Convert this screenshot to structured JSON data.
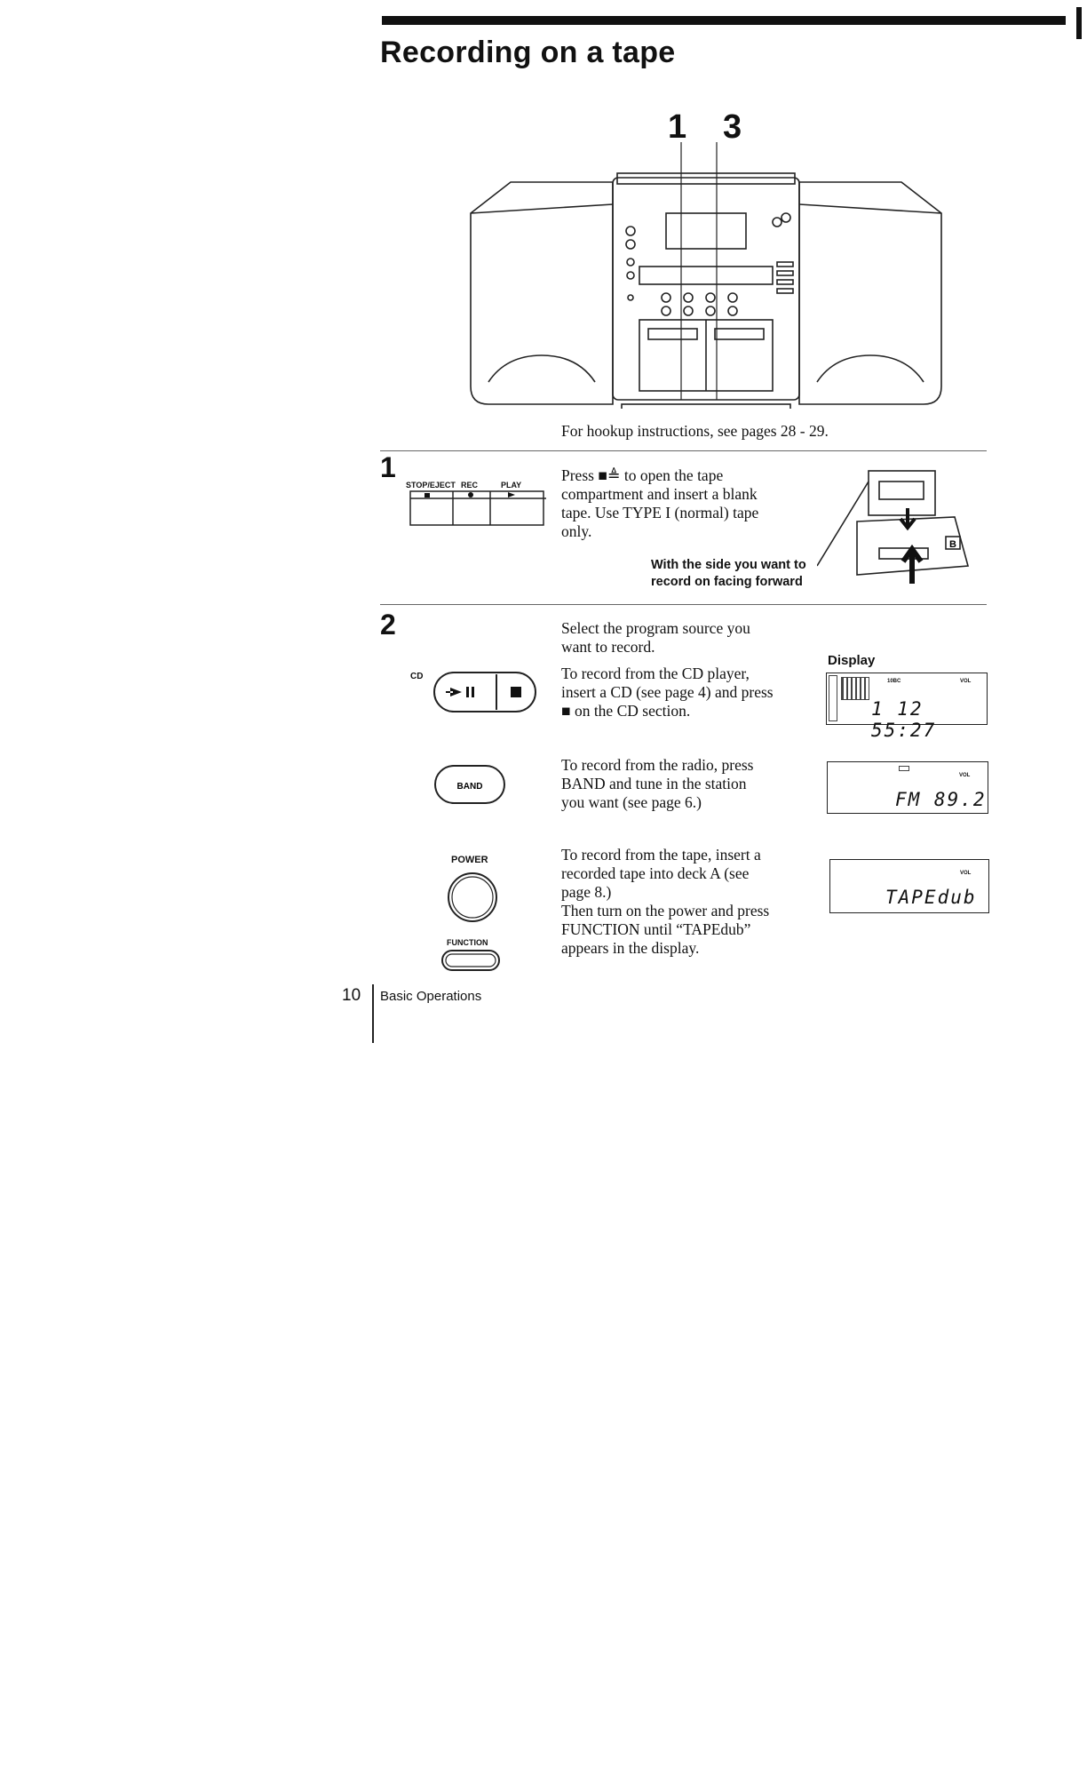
{
  "title": "Recording on a tape",
  "diagram": {
    "callout_1": "1",
    "callout_3": "3",
    "hookup_note": "For hookup instructions, see pages 28 - 29."
  },
  "step1": {
    "number": "1",
    "labels": [
      "STOP/EJECT",
      "REC",
      "PLAY"
    ],
    "text_lines": [
      "Press ■≜ to open the tape",
      "compartment and insert a blank",
      "tape. Use TYPE I (normal) tape",
      "only."
    ],
    "caption_lines": [
      "With the side you want to",
      "record on facing forward"
    ],
    "deck_label": "B"
  },
  "step2": {
    "number": "2",
    "intro_lines": [
      "Select the program source you",
      "want to record."
    ],
    "display_label": "Display",
    "cd": {
      "label": "CD",
      "text_lines": [
        "To record from the CD player,",
        "insert a CD (see page 4) and press",
        "■ on the CD section."
      ],
      "lcd_small": [
        "10BC",
        "VOL"
      ],
      "lcd_text": "1  12  55:27"
    },
    "radio": {
      "button_label": "BAND",
      "text_lines": [
        "To record from the radio, press",
        "BAND and tune in the station",
        "you want (see page 6.)"
      ],
      "lcd_small": "VOL",
      "lcd_text": "FM  89.2"
    },
    "tape": {
      "power_label": "POWER",
      "function_label": "FUNCTION",
      "text_lines": [
        "To record from the tape, insert a",
        "recorded tape into deck A (see",
        "page 8.)",
        "Then turn on the power and press",
        "FUNCTION until “TAPEdub”",
        "appears in the display."
      ],
      "lcd_small": "VOL",
      "lcd_text": "TAPEdub"
    }
  },
  "footer": {
    "page_number": "10",
    "section": "Basic Operations"
  }
}
